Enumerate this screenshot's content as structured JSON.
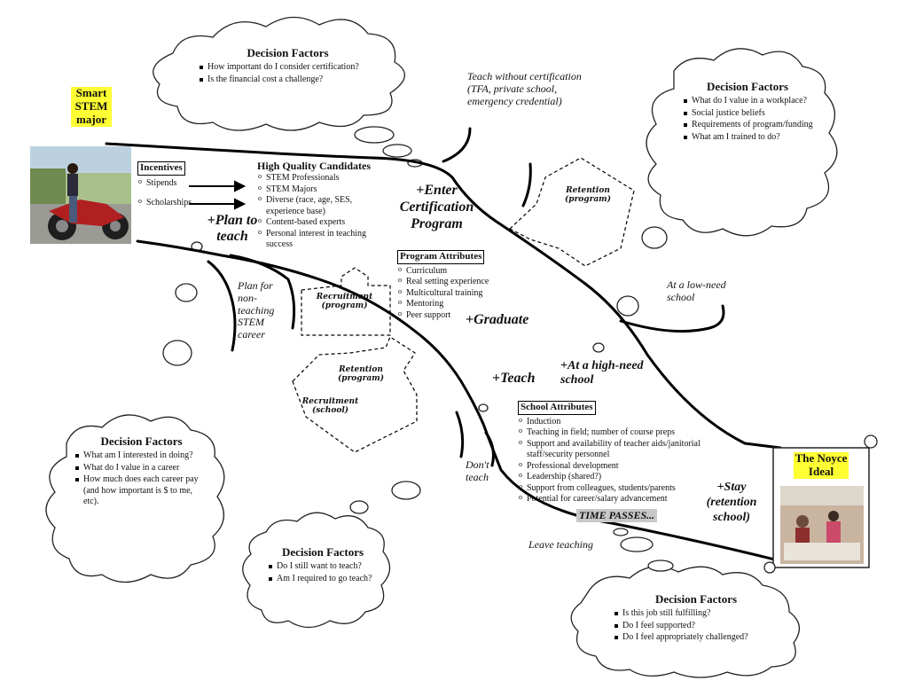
{
  "smart_stem": "Smart STEM major",
  "noyce_ideal": "The Noyce Ideal",
  "clouds": {
    "top": {
      "title": "Decision Factors",
      "items": [
        "How important do I consider certification?",
        "Is the financial cost a challenge?"
      ]
    },
    "right": {
      "title": "Decision Factors",
      "items": [
        "What do I value in a workplace?",
        "Social justice beliefs",
        "Requirements of program/funding",
        "What am I trained to do?"
      ]
    },
    "left": {
      "title": "Decision Factors",
      "items": [
        "What am I interested in doing?",
        "What do I value in a career",
        "How much does each career pay (and how important is $ to me, etc)."
      ]
    },
    "bottom": {
      "title": "Decision Factors",
      "items": [
        "Do I still want to teach?",
        "Am I required to go teach?"
      ]
    },
    "bottomright": {
      "title": "Decision Factors",
      "items": [
        "Is this job still fulfilling?",
        "Do I feel supported?",
        "Do I feel appropriately challenged?"
      ]
    }
  },
  "incentives": {
    "title": "Incentives",
    "items": [
      "Stipends",
      "Scholarships"
    ]
  },
  "candidates": {
    "title": "High Quality Candidates",
    "items": [
      "STEM Professionals",
      "STEM Majors",
      "Diverse (race, age, SES, experience base)",
      "Content-based experts",
      "Personal interest in teaching success"
    ]
  },
  "program_attr": {
    "title": "Program Attributes",
    "items": [
      "Curriculum",
      "Real setting experience",
      "Multicultural training",
      "Mentoring",
      "Peer support"
    ]
  },
  "school_attr": {
    "title": "School Attributes",
    "items": [
      "Induction",
      "Teaching in field; number of course preps",
      "Support and availability of teacher aids/janitorial staff/security personnel",
      "Professional development",
      "Leadership (shared?)",
      "Support from colleagues, students/parents",
      "Potential for career/salary advancement"
    ]
  },
  "stages": {
    "plan": "+Plan to teach",
    "enter": "+Enter Certification Program",
    "graduate": "+Graduate",
    "teach": "+Teach",
    "high_need": "+At a high-need school",
    "stay": "+Stay (retention school)"
  },
  "notes": {
    "no_cert": "Teach without certification (TFA, private school, emergency credential)",
    "non_teaching": "Plan for non-teaching STEM career",
    "low_need": "At a low-need school",
    "dont_teach": "Don't teach",
    "leave": "Leave teaching",
    "time": "TIME PASSES..."
  },
  "programs": {
    "retention_program_top": "Retention (program)",
    "recruitment_program": "Recruitment (program)",
    "retention_program_mid": "Retention (program)",
    "recruitment_school": "Recruitment (school)"
  }
}
